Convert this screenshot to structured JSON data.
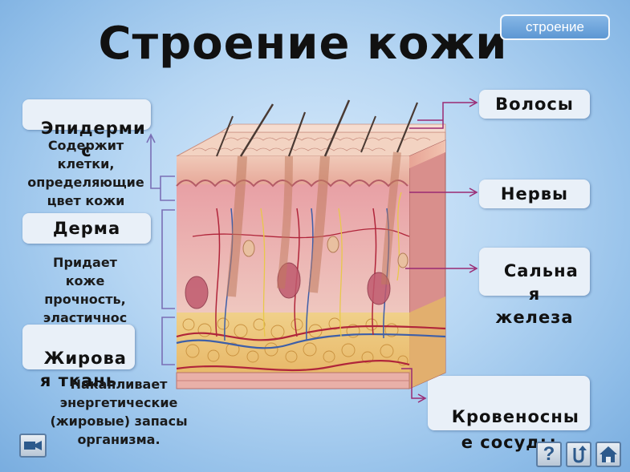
{
  "title": "Строение кожи",
  "tag_button": "строение",
  "labels": {
    "epidermis": "Эпидерми\nс",
    "derma": "Дерма",
    "fat": "Жирова\nя ткань",
    "hair": "Волосы",
    "nerves": "Нервы",
    "sebaceous": "Сальна\nя\nжелеза",
    "vessels": "Кровеносны\nе сосуды"
  },
  "descriptions": {
    "epidermis": "Содержит\nклетки,\nопределяющие\nцвет кожи",
    "derma": "Придает\nкоже\nпрочность,\nэластичнос\nть.",
    "fat": "Накапливает\nэнергетические\n(жировые) запасы\nорганизма."
  },
  "nav_icons": [
    "video-icon",
    "help-icon",
    "back-icon",
    "home-icon"
  ],
  "nav_labels": {
    "help": "?"
  },
  "colors": {
    "accent": "#5d97d3",
    "label_bg": "#e9f0f8",
    "bracket": "#7a6fb5",
    "arrow": "#9a2a73"
  }
}
